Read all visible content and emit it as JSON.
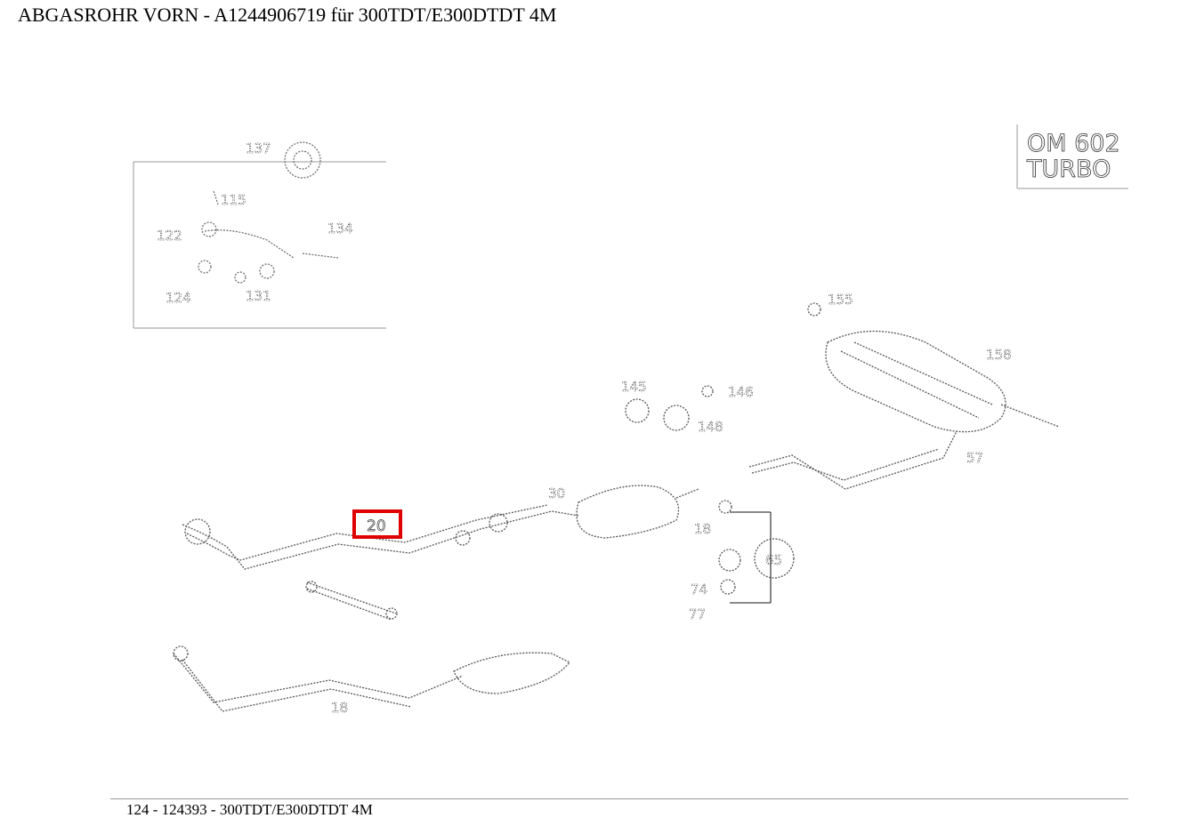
{
  "title": "ABGASROHR VORN - A1244906719 für 300TDT/E300DTDT 4M",
  "footer": "124 - 124393 - 300TDT/E300DTDT 4M",
  "engine_label": {
    "line1": "OM 602",
    "line2": "TURBO"
  },
  "highlight": {
    "label": "20",
    "color": "#e00000"
  },
  "callouts": {
    "inset_top": "137",
    "inset_a": "115",
    "inset_b": "122",
    "inset_c": "124",
    "inset_d": "131",
    "inset_e": "134",
    "muffler_top": "155",
    "muffler_side": "158",
    "mount_a": "145",
    "mount_b": "146",
    "mount_c": "148",
    "pipe_mid": "30",
    "clamp_a": "65",
    "clamp_b": "74",
    "clamp_c": "77",
    "bracket": "18",
    "lower_pipe": "18",
    "rear_pipe": "57"
  },
  "colors": {
    "line": "#555555",
    "frame": "#9a9a9a"
  }
}
